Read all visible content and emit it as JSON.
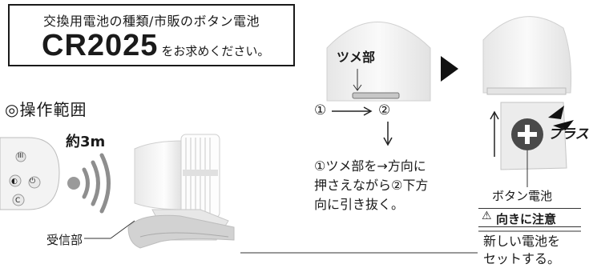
{
  "battery": {
    "type_line": "交換用電池の種類/市販のボタン電池",
    "model": "CR2025",
    "model_suffix": "をお求めください。"
  },
  "operation": {
    "title": "◎操作範囲",
    "distance": "約3m",
    "receiver_label": "受信部"
  },
  "remote_buttons": [
    "III",
    "⏻",
    "◐",
    "C"
  ],
  "step1": {
    "tab_label": "ツメ部",
    "circle_1": "①",
    "circle_2": "②",
    "instructions": [
      "①ツメ部を→方向に",
      "押さえながら②下方",
      "向に引き抜く。"
    ]
  },
  "step2": {
    "plus_label": "プラス",
    "battery_label": "ボタン電池",
    "warning_icon": "⚠",
    "warning_text": "向きに注意",
    "set_lines": [
      "新しい電池を",
      "セットする。"
    ]
  },
  "colors": {
    "text": "#1a1a1a",
    "battery_dark": "#4a4a4a",
    "device_light": "#f0f0f0"
  }
}
